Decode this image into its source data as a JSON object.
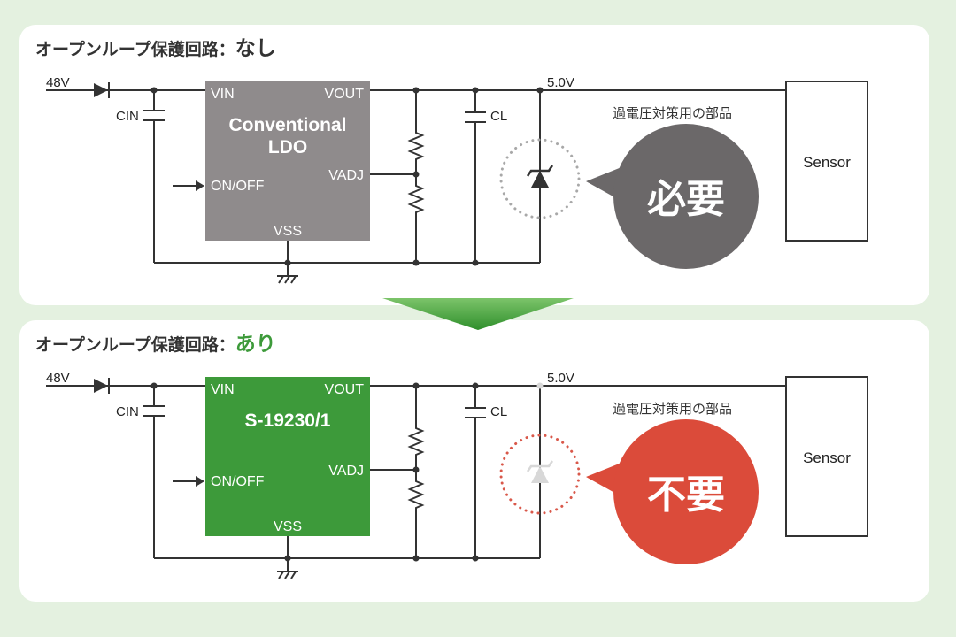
{
  "panels": [
    {
      "title_prefix": "オープンループ保護回路：",
      "title_status": "なし",
      "status_color": "#333333",
      "input_voltage": "48V",
      "cin_label": "CIN",
      "chip_name_line1": "Conventional",
      "chip_name_line2": "LDO",
      "chip_color": "#8f8b8c",
      "pin_vin": "VIN",
      "pin_vout": "VOUT",
      "pin_vadj": "VADJ",
      "pin_onoff": "ON/OFF",
      "pin_vss": "VSS",
      "cl_label": "CL",
      "output_voltage": "5.0V",
      "protection_part_label": "過電圧対策用の部品",
      "bubble_text": "必要",
      "bubble_color": "#6b6869",
      "load_label": "Sensor"
    },
    {
      "title_prefix": "オープンループ保護回路：",
      "title_status": "あり",
      "status_color": "#3d9a3a",
      "input_voltage": "48V",
      "cin_label": "CIN",
      "chip_name_line1": "S-19230/1",
      "chip_name_line2": "",
      "chip_color": "#3d9a3a",
      "pin_vin": "VIN",
      "pin_vout": "VOUT",
      "pin_vadj": "VADJ",
      "pin_onoff": "ON/OFF",
      "pin_vss": "VSS",
      "cl_label": "CL",
      "output_voltage": "5.0V",
      "protection_part_label": "過電圧対策用の部品",
      "bubble_text": "不要",
      "bubble_color": "#db4b3a",
      "load_label": "Sensor"
    }
  ]
}
